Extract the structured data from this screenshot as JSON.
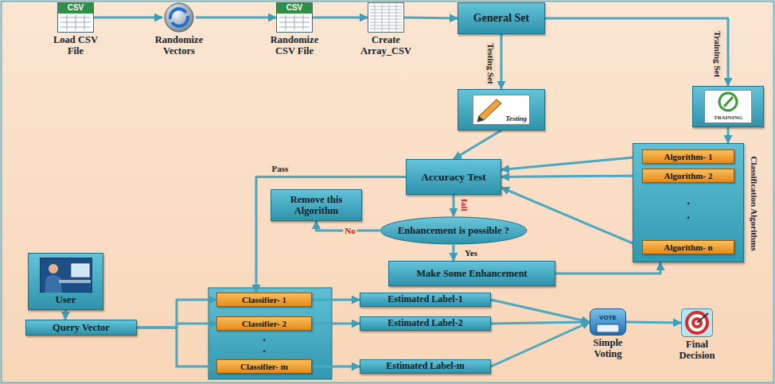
{
  "diagram": {
    "nodes": [
      {
        "text": [
          "CSV",
          "Load CSV File"
        ]
      },
      {
        "text": [
          "Randomize Vectors"
        ]
      },
      {
        "text": [
          "CSV",
          "Randomize CSV File"
        ]
      },
      {
        "text": [
          "Create Array_CSV"
        ]
      },
      {
        "text": [
          "General Set"
        ]
      },
      {
        "text": [
          "Testing"
        ]
      },
      {
        "text": [
          "TRAINING"
        ]
      },
      {
        "text": [
          "Classification Algorithms"
        ]
      },
      {
        "text": [
          "Algorithm- 1"
        ],
        "in": 7
      },
      {
        "text": [
          "Algorithm- 2"
        ],
        "in": 7
      },
      {
        "text": [
          "Algorithm- n"
        ],
        "in": 7
      },
      {
        "text": [
          "Accuracy Test"
        ]
      },
      {
        "text": [
          "Remove this Algorithm"
        ]
      },
      {
        "text": [
          "Enhancement is possible ?"
        ]
      },
      {
        "text": [
          "Make Some Enhancement"
        ]
      },
      {
        "text": [
          "User"
        ]
      },
      {
        "text": [
          "Query Vector"
        ]
      },
      {
        "text": [
          "Classifier- 1"
        ]
      },
      {
        "text": [
          "Classifier- 2"
        ]
      },
      {
        "text": [
          "Classifier- m"
        ]
      },
      {
        "text": [
          "Estimated Label-1"
        ]
      },
      {
        "text": [
          "Estimated Label-2"
        ]
      },
      {
        "text": [
          "Estimated Label-m"
        ]
      },
      {
        "text": [
          "VOTE",
          "Simple Voting"
        ]
      },
      {
        "text": [
          "Final Decision"
        ]
      }
    ],
    "edges": [
      {
        "from": 0,
        "to": 1,
        "arrow": "to"
      },
      {
        "from": 1,
        "to": 2,
        "arrow": "to"
      },
      {
        "from": 2,
        "to": 3,
        "arrow": "to"
      },
      {
        "from": 3,
        "to": 4,
        "arrow": "to"
      },
      {
        "from": 4,
        "to": 5,
        "label": "Testing Set",
        "arrow": "to"
      },
      {
        "from": 4,
        "to": 6,
        "label": "Training Set",
        "arrow": "to"
      },
      {
        "from": 6,
        "to": 7,
        "arrow": "to"
      },
      {
        "from": 5,
        "to": 11,
        "arrow": "to"
      },
      {
        "from": 8,
        "to": 11,
        "arrow": "to"
      },
      {
        "from": 9,
        "to": 11,
        "arrow": "to"
      },
      {
        "from": 10,
        "to": 11,
        "arrow": "to"
      },
      {
        "from": 11,
        "to": 13,
        "label": "fail",
        "arrow": "to"
      },
      {
        "from": 13,
        "to": 12,
        "label": "No",
        "arrow": "to"
      },
      {
        "from": 13,
        "to": 14,
        "label": "Yes",
        "arrow": "to"
      },
      {
        "from": 14,
        "to": 7,
        "arrow": "to"
      },
      {
        "from": 11,
        "to": 17,
        "label": "Pass",
        "arrow": "to"
      },
      {
        "from": 15,
        "to": 16,
        "arrow": "to"
      },
      {
        "from": 16,
        "to": 17,
        "arrow": "to"
      },
      {
        "from": 16,
        "to": 18,
        "arrow": "to"
      },
      {
        "from": 16,
        "to": 19,
        "arrow": "to"
      },
      {
        "from": 17,
        "to": 20,
        "arrow": "to"
      },
      {
        "from": 18,
        "to": 21,
        "arrow": "to"
      },
      {
        "from": 19,
        "to": 22,
        "arrow": "to"
      },
      {
        "from": 20,
        "to": 23,
        "arrow": "to"
      },
      {
        "from": 21,
        "to": 23,
        "arrow": "to"
      },
      {
        "from": 22,
        "to": 23,
        "arrow": "to"
      },
      {
        "from": 23,
        "to": 24,
        "arrow": "to"
      }
    ],
    "labels": [
      ".",
      ".",
      ".",
      "."
    ]
  }
}
